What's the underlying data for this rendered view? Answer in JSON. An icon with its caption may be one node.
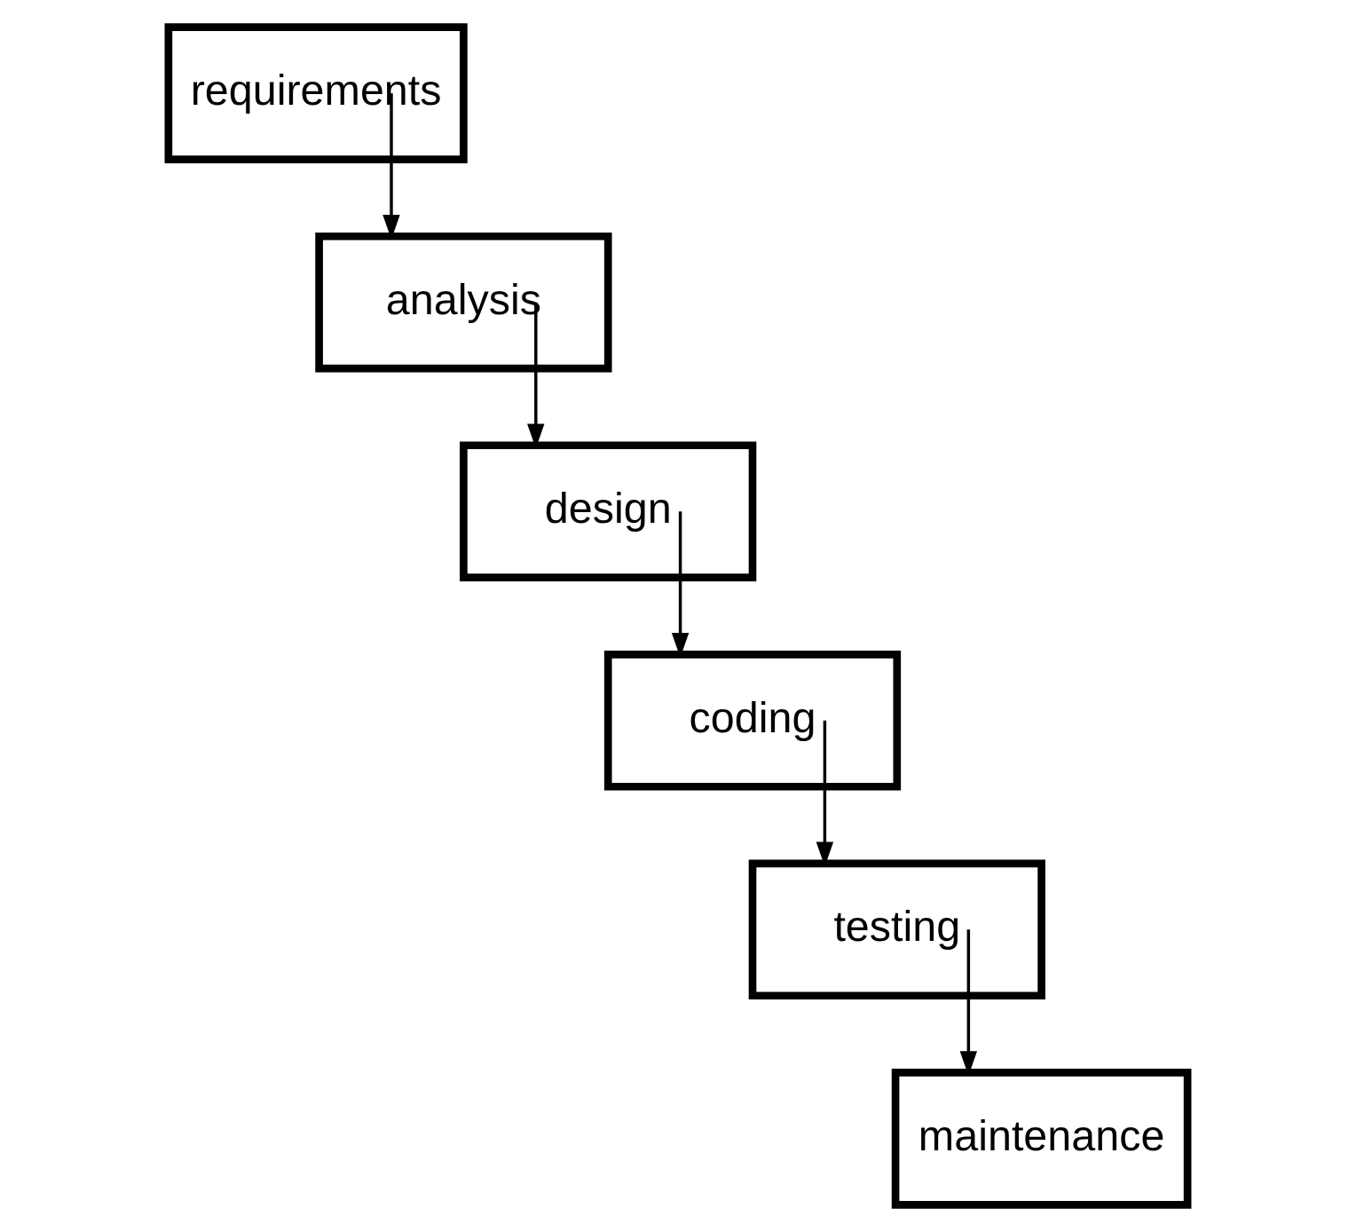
{
  "diagram": {
    "nodes": [
      {
        "text": [
          "requirements"
        ]
      },
      {
        "text": [
          "analysis"
        ]
      },
      {
        "text": [
          "design"
        ]
      },
      {
        "text": [
          "coding"
        ]
      },
      {
        "text": [
          "testing"
        ]
      },
      {
        "text": [
          "maintenance"
        ]
      }
    ],
    "edges": [
      {
        "from": 0,
        "to": 1,
        "arrow": "to"
      },
      {
        "from": 1,
        "to": 2,
        "arrow": "to"
      },
      {
        "from": 2,
        "to": 3,
        "arrow": "to"
      },
      {
        "from": 3,
        "to": 4,
        "arrow": "to"
      },
      {
        "from": 4,
        "to": 5,
        "arrow": "to"
      }
    ]
  }
}
